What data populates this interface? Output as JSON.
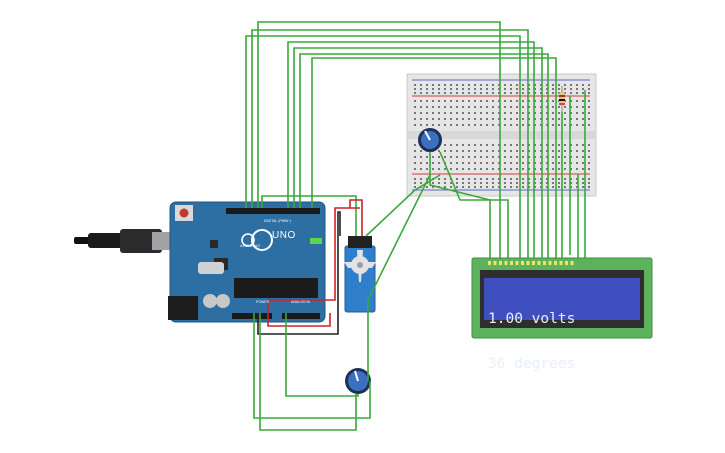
{
  "lcd": {
    "line1": "1.00 volts",
    "line2": "36 degrees"
  },
  "arduino": {
    "model_label": "UNO",
    "brand_label": "ARDUINO",
    "digital_label": "DIGITAL (PWM~)",
    "power_label": "POWER",
    "analog_label": "ANALOG IN"
  },
  "colors": {
    "wire_green": "#3aa83a",
    "wire_red": "#d0202a",
    "wire_black": "#222222",
    "board_blue": "#2e6fa3",
    "lcd_green": "#5cb35c",
    "lcd_screen": "#3f4fbf",
    "servo_blue": "#2f7fcb",
    "breadboard": "#e6e6e6"
  }
}
